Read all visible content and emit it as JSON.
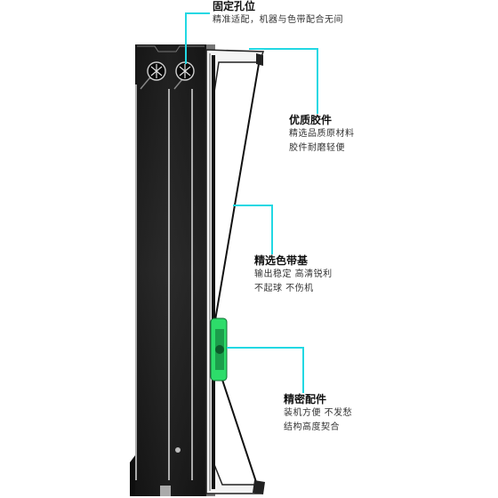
{
  "colors": {
    "accent_cyan": "#22d8e3",
    "cartridge_black": "#151515",
    "gear_green": "#2ddc6a"
  },
  "callouts": {
    "holes": {
      "title": "固定孔位",
      "lines": [
        "精准适配，机器与色带配合无间"
      ]
    },
    "rubber": {
      "title": "优质胶件",
      "lines": [
        "精选品质原材料",
        "胶件耐磨轻便"
      ]
    },
    "ribbon": {
      "title": "精选色带基",
      "lines": [
        "输出稳定 高清锐利",
        "不起球 不伤机"
      ]
    },
    "parts": {
      "title": "精密配件",
      "lines": [
        "装机方便 不发愁",
        "结构高度契合"
      ]
    }
  }
}
